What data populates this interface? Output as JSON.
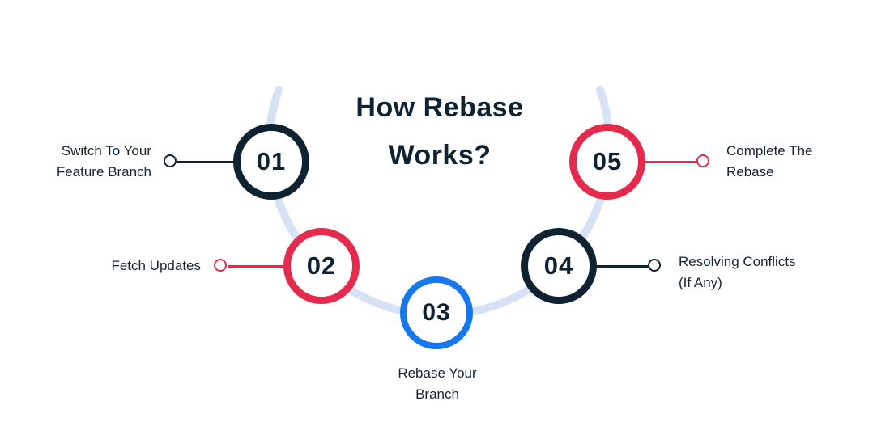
{
  "title": {
    "line1": "How Rebase",
    "line2": "Works?"
  },
  "colors": {
    "navy": "#0f2232",
    "red": "#e42b4d",
    "blue": "#1578f0",
    "arc": "#d7e3f5",
    "text": "#162433",
    "background": "#ffffff"
  },
  "steps": [
    {
      "number": "01",
      "label": "Switch To Your Feature Branch",
      "label_lines": [
        "Switch To Your",
        "Feature Branch"
      ],
      "circle_color": "#0f2232",
      "side": "left"
    },
    {
      "number": "02",
      "label": "Fetch Updates",
      "label_lines": [
        "Fetch Updates"
      ],
      "circle_color": "#e42b4d",
      "side": "left"
    },
    {
      "number": "03",
      "label": "Rebase Your Branch",
      "label_lines": [
        "Rebase Your",
        "Branch"
      ],
      "circle_color": "#1578f0",
      "side": "bottom"
    },
    {
      "number": "04",
      "label": "Resolving Conflicts (If Any)",
      "label_lines": [
        "Resolving Conflicts",
        "(If Any)"
      ],
      "circle_color": "#0f2232",
      "side": "right"
    },
    {
      "number": "05",
      "label": "Complete The Rebase",
      "label_lines": [
        "Complete The",
        "Rebase"
      ],
      "circle_color": "#e42b4d",
      "side": "right"
    }
  ]
}
